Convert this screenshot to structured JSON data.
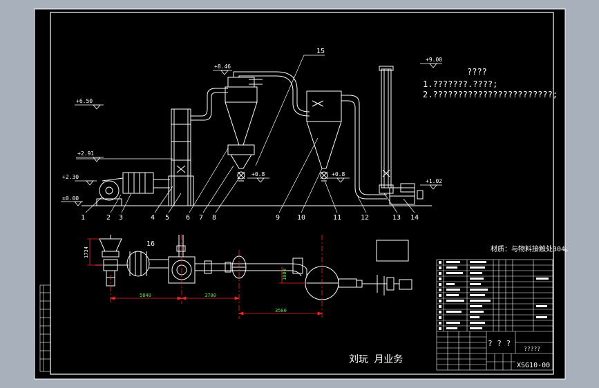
{
  "colors": {
    "background": "#a8b0bc",
    "sheet": "#000000",
    "line": "#ffffff",
    "dimension": "#ff2020",
    "dimension_text": "#30ff30"
  },
  "elevations": {
    "e1": "+6.50",
    "e2": "+2.91",
    "e3": "+2.30",
    "e4": "±0.00",
    "e5": "+8.46",
    "e6": "+0.8",
    "e7": "+0.8",
    "e8": "+9.00",
    "e9": "+1.02"
  },
  "item_numbers": [
    "1",
    "2",
    "3",
    "4",
    "5",
    "6",
    "7",
    "8",
    "9",
    "10",
    "11",
    "12",
    "13",
    "14",
    "15",
    "16"
  ],
  "notes": {
    "heading": "????",
    "line1": "1.???????.????;",
    "line2": "2.????????????????????????;"
  },
  "dimensions": {
    "d1": "5840",
    "d2": "3700",
    "d3": "3500",
    "vertical_left": "1734",
    "vertical_mid": "1080"
  },
  "material_note": "材质：与物料接触处304。",
  "signature": "刘玩 月业务",
  "title_block": {
    "unknown_short": "? ? ?",
    "unknown_long": "?????",
    "drawing_number": "XSG10-00"
  }
}
